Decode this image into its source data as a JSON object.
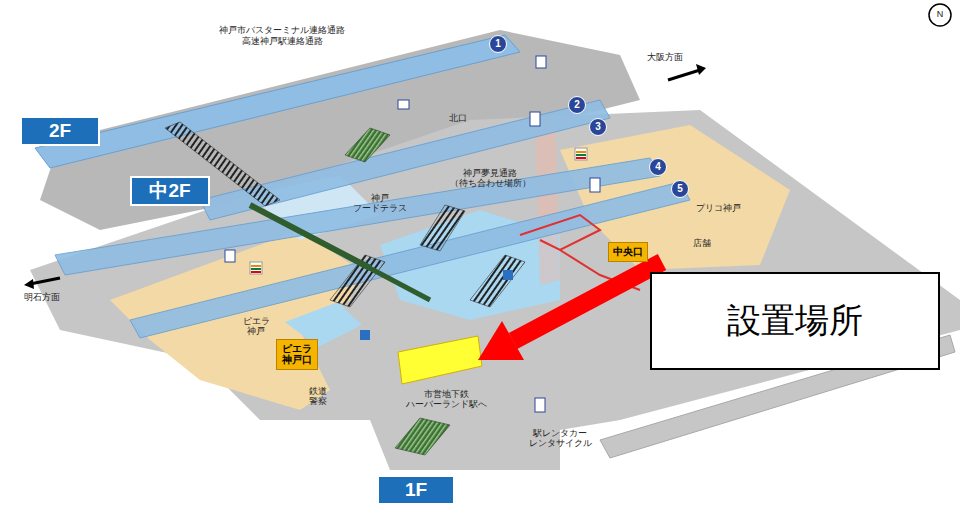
{
  "diagram": {
    "nodes": [
      {
        "text": [
          "2F"
        ]
      },
      {
        "text": [
          "中2F"
        ]
      },
      {
        "text": [
          "1F"
        ]
      },
      {
        "text": [
          "1"
        ]
      },
      {
        "text": [
          "2"
        ]
      },
      {
        "text": [
          "3"
        ]
      },
      {
        "text": [
          "4"
        ]
      },
      {
        "text": [
          "5"
        ]
      },
      {
        "text": [
          "中央口"
        ]
      },
      {
        "text": [
          "ピエラ神戸口"
        ]
      },
      {
        "text": [
          "設置場所"
        ]
      }
    ],
    "labels": [
      "神戸市バスターミナル連絡通路",
      "高速神戸駅連絡通路",
      "大阪方面",
      "明石方面",
      "北口",
      "神戸夢見通路 （待ち合わせ場所）",
      "神戸 フードテラス",
      "プリコ神戸",
      "店舗",
      "ピエラ 神戸",
      "鉄道 警察",
      "市営地下鉄 ハーバーランド駅へ",
      "駅レンタカー レンタサイクル",
      "N"
    ]
  }
}
